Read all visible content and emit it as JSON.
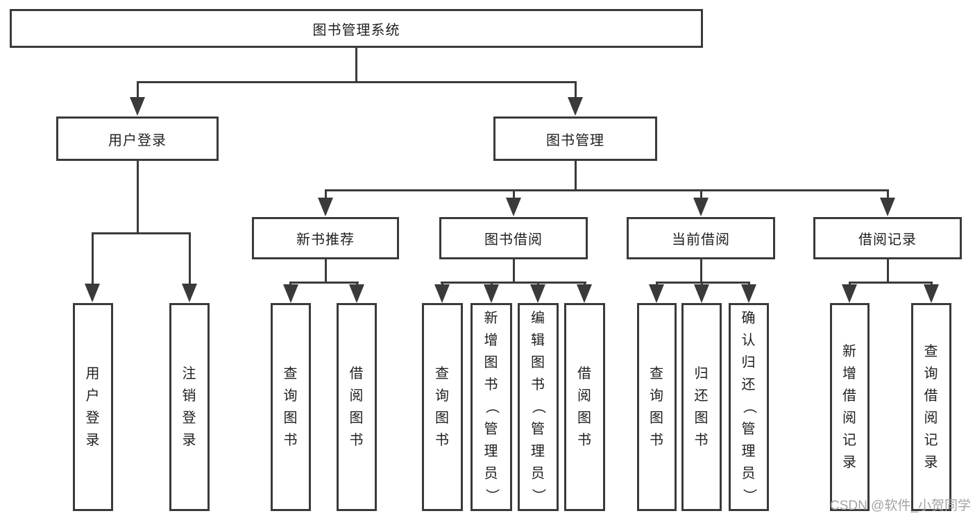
{
  "diagram": {
    "root": {
      "label": "图书管理系统",
      "children": [
        {
          "label": "用户登录",
          "children": [
            {
              "label": "用户登录"
            },
            {
              "label": "注销登录"
            }
          ]
        },
        {
          "label": "图书管理",
          "children": [
            {
              "label": "新书推荐",
              "children": [
                {
                  "label": "查询图书"
                },
                {
                  "label": "借阅图书"
                }
              ]
            },
            {
              "label": "图书借阅",
              "children": [
                {
                  "label": "查询图书"
                },
                {
                  "label": "新增图书（管理员）"
                },
                {
                  "label": "编辑图书（管理员）"
                },
                {
                  "label": "借阅图书"
                }
              ]
            },
            {
              "label": "当前借阅",
              "children": [
                {
                  "label": "查询图书"
                },
                {
                  "label": "归还图书"
                },
                {
                  "label": "确认归还（管理员）"
                }
              ]
            },
            {
              "label": "借阅记录",
              "children": [
                {
                  "label": "新增借阅记录"
                },
                {
                  "label": "查询借阅记录"
                }
              ]
            }
          ]
        }
      ]
    }
  },
  "watermark": {
    "text": "CSDN @软件_小贺同学"
  },
  "style": {
    "line_color": "#3a3a3a",
    "text_color": "#1f1f1f",
    "box_background": "#ffffff",
    "watermark_color": "#a3a3a3"
  }
}
